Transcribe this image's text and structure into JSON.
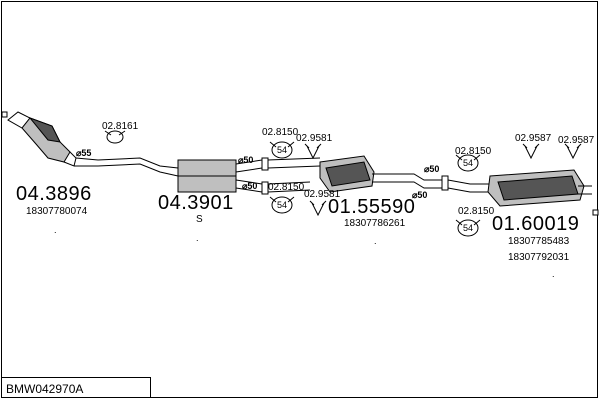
{
  "diagram": {
    "title_code": "BMW042970A",
    "parts": [
      {
        "number": "04.3896",
        "oe": "18307780074"
      },
      {
        "number": "04.3901",
        "suffix": "S"
      },
      {
        "number": "01.55590",
        "oe": "18307786261"
      },
      {
        "number": "01.60019",
        "oe_1": "18307785483",
        "oe_2": "18307792031"
      }
    ],
    "clamps": {
      "c1": "02.8161",
      "c2": "02.8150",
      "c3": "02.9581",
      "c4": "02.8150",
      "c5": "02.9581",
      "c6": "02.8150",
      "c7": "02.9587",
      "c8": "02.9587",
      "c9": "02.8150"
    },
    "clamp_badge": "54",
    "diameters": {
      "d1": "⌀55",
      "d2": "⌀50",
      "d3": "⌀50",
      "d4": "⌀50",
      "d5": "⌀50"
    },
    "dots": [
      ".",
      ".",
      ".",
      "."
    ]
  }
}
